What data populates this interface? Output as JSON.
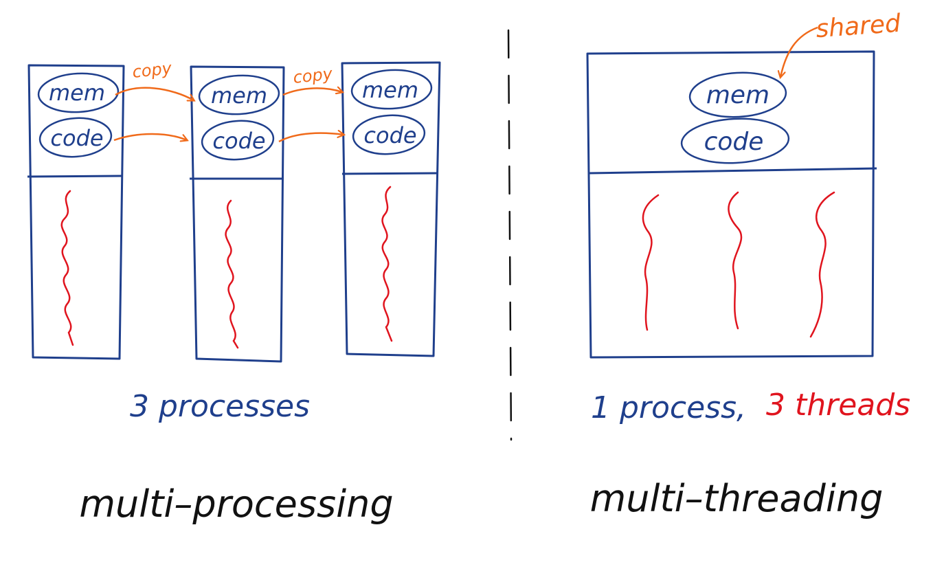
{
  "colors": {
    "blue": "#1f3f8c",
    "red": "#e0141e",
    "orange": "#f06a1a",
    "black": "#111111"
  },
  "multiprocessing": {
    "processes": [
      {
        "mem_label": "mem",
        "code_label": "code"
      },
      {
        "mem_label": "mem",
        "code_label": "code"
      },
      {
        "mem_label": "mem",
        "code_label": "code"
      }
    ],
    "copy_labels": [
      "copy",
      "copy"
    ],
    "count_label": "3 processes",
    "title": "multi–processing"
  },
  "multithreading": {
    "mem_label": "mem",
    "code_label": "code",
    "shared_label": "shared",
    "count_label_process": "1 process,",
    "count_label_threads": "3 threads",
    "title": "multi–threading"
  }
}
